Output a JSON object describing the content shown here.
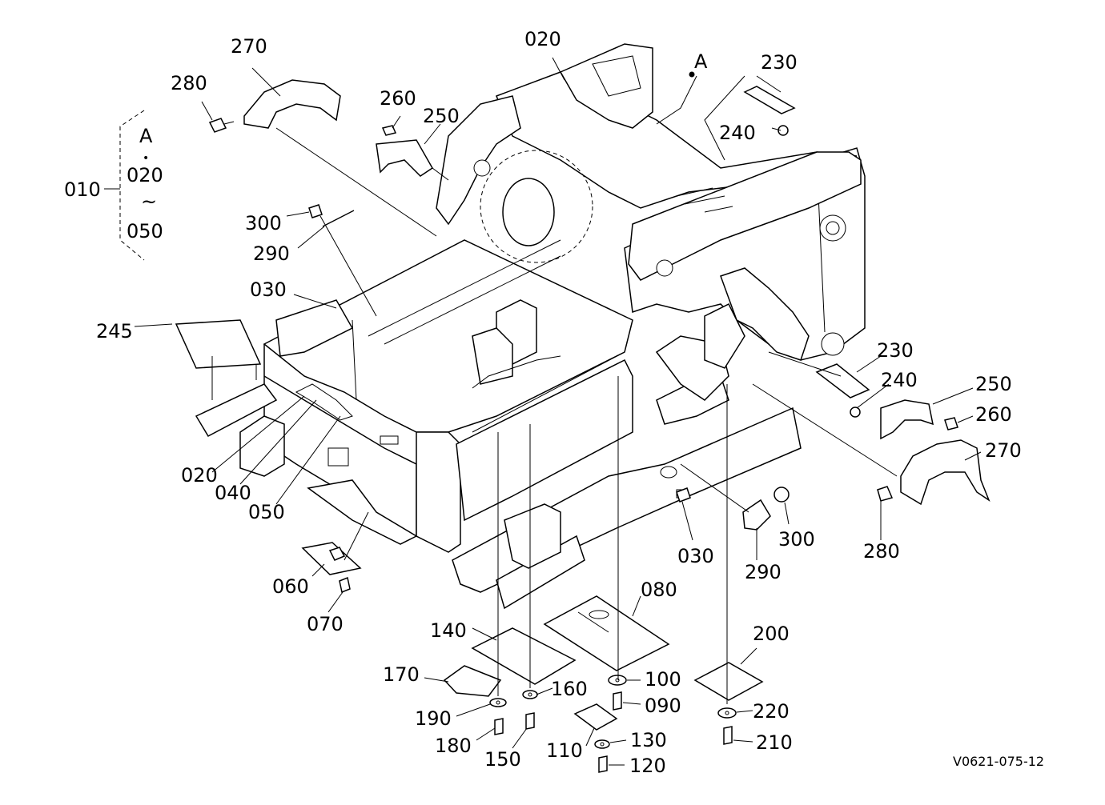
{
  "diagram": {
    "ref_code": "V0621-075-12",
    "group_label": {
      "main": "010",
      "items": [
        "A",
        "•",
        "020",
        "~",
        "050"
      ]
    },
    "callouts": [
      {
        "id": "c270a",
        "text": "270"
      },
      {
        "id": "c280a",
        "text": "280"
      },
      {
        "id": "c020a",
        "text": "020"
      },
      {
        "id": "cA",
        "text": "A"
      },
      {
        "id": "c230a",
        "text": "230"
      },
      {
        "id": "c260a",
        "text": "260"
      },
      {
        "id": "c250a",
        "text": "250"
      },
      {
        "id": "c240a",
        "text": "240"
      },
      {
        "id": "c300a",
        "text": "300"
      },
      {
        "id": "c290a",
        "text": "290"
      },
      {
        "id": "c030a",
        "text": "030"
      },
      {
        "id": "c245",
        "text": "245"
      },
      {
        "id": "c230b",
        "text": "230"
      },
      {
        "id": "c240b",
        "text": "240"
      },
      {
        "id": "c250b",
        "text": "250"
      },
      {
        "id": "c260b",
        "text": "260"
      },
      {
        "id": "c270b",
        "text": "270"
      },
      {
        "id": "c020b",
        "text": "020"
      },
      {
        "id": "c040",
        "text": "040"
      },
      {
        "id": "c050",
        "text": "050"
      },
      {
        "id": "c030b",
        "text": "030"
      },
      {
        "id": "c300b",
        "text": "300"
      },
      {
        "id": "c280b",
        "text": "280"
      },
      {
        "id": "c290b",
        "text": "290"
      },
      {
        "id": "c060",
        "text": "060"
      },
      {
        "id": "c070",
        "text": "070"
      },
      {
        "id": "c080",
        "text": "080"
      },
      {
        "id": "c140",
        "text": "140"
      },
      {
        "id": "c200",
        "text": "200"
      },
      {
        "id": "c170",
        "text": "170"
      },
      {
        "id": "c100",
        "text": "100"
      },
      {
        "id": "c160",
        "text": "160"
      },
      {
        "id": "c090",
        "text": "090"
      },
      {
        "id": "c220",
        "text": "220"
      },
      {
        "id": "c190",
        "text": "190"
      },
      {
        "id": "c130",
        "text": "130"
      },
      {
        "id": "c180",
        "text": "180"
      },
      {
        "id": "c150",
        "text": "150"
      },
      {
        "id": "c110",
        "text": "110"
      },
      {
        "id": "c120",
        "text": "120"
      },
      {
        "id": "c210",
        "text": "210"
      }
    ]
  }
}
